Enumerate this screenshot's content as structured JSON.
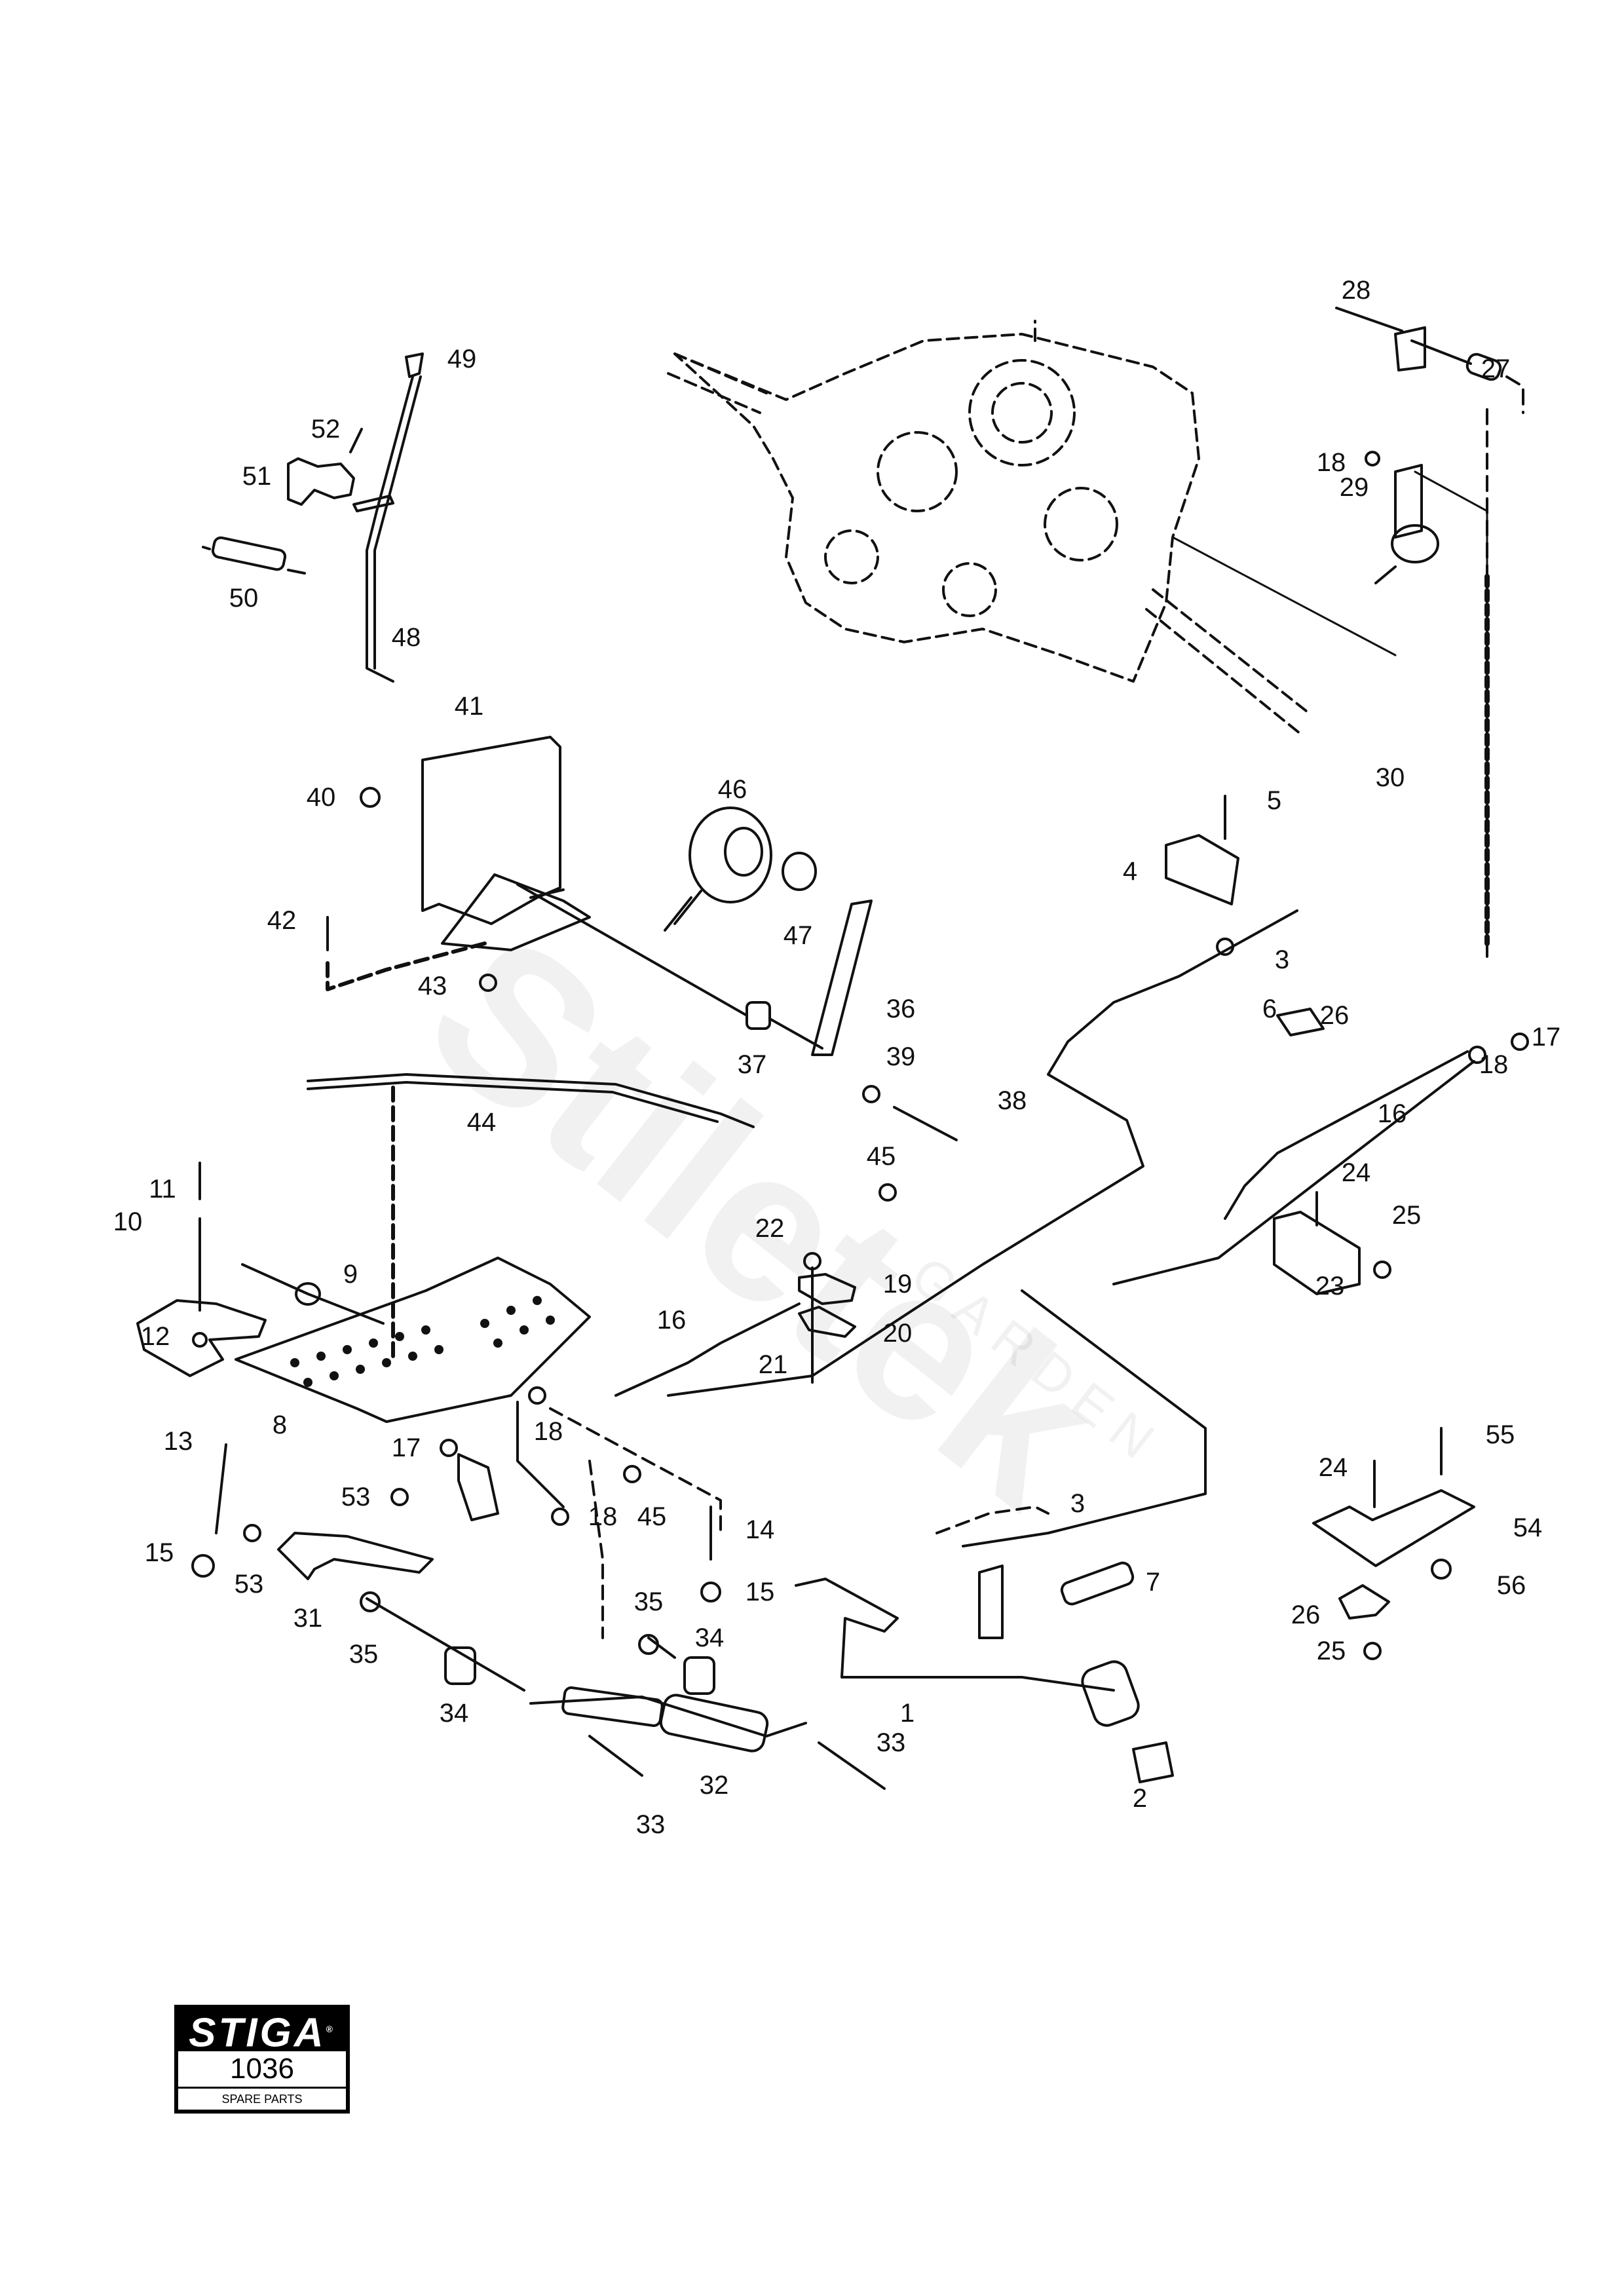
{
  "diagram": {
    "type": "exploded-parts-diagram",
    "subject": "Pedal, cable and transmission linkage assembly"
  },
  "logo": {
    "brand": "STIGA",
    "registered_mark": "®",
    "diagram_number": "1036",
    "caption": "SPARE PARTS"
  },
  "watermark": {
    "text": "Stiletek",
    "subtext": "GARDEN"
  },
  "callouts": [
    {
      "id": "c49",
      "label": "49"
    },
    {
      "id": "c52",
      "label": "52"
    },
    {
      "id": "c51",
      "label": "51"
    },
    {
      "id": "c50",
      "label": "50"
    },
    {
      "id": "c48",
      "label": "48"
    },
    {
      "id": "c28",
      "label": "28"
    },
    {
      "id": "c27",
      "label": "27"
    },
    {
      "id": "c18a",
      "label": "18"
    },
    {
      "id": "c29",
      "label": "29"
    },
    {
      "id": "c30",
      "label": "30"
    },
    {
      "id": "c41",
      "label": "41"
    },
    {
      "id": "c40",
      "label": "40"
    },
    {
      "id": "c42",
      "label": "42"
    },
    {
      "id": "c43",
      "label": "43"
    },
    {
      "id": "c46",
      "label": "46"
    },
    {
      "id": "c47",
      "label": "47"
    },
    {
      "id": "c36",
      "label": "36"
    },
    {
      "id": "c37",
      "label": "37"
    },
    {
      "id": "c39",
      "label": "39"
    },
    {
      "id": "c38",
      "label": "38"
    },
    {
      "id": "c45a",
      "label": "45"
    },
    {
      "id": "c44",
      "label": "44"
    },
    {
      "id": "c5",
      "label": "5"
    },
    {
      "id": "c4",
      "label": "4"
    },
    {
      "id": "c3a",
      "label": "3"
    },
    {
      "id": "c6",
      "label": "6"
    },
    {
      "id": "c17a",
      "label": "17"
    },
    {
      "id": "c18b",
      "label": "18"
    },
    {
      "id": "c26a",
      "label": "26"
    },
    {
      "id": "c16a",
      "label": "16"
    },
    {
      "id": "c24a",
      "label": "24"
    },
    {
      "id": "c25a",
      "label": "25"
    },
    {
      "id": "c23",
      "label": "23"
    },
    {
      "id": "c11",
      "label": "11"
    },
    {
      "id": "c10",
      "label": "10"
    },
    {
      "id": "c9",
      "label": "9"
    },
    {
      "id": "c12",
      "label": "12"
    },
    {
      "id": "c8",
      "label": "8"
    },
    {
      "id": "c22",
      "label": "22"
    },
    {
      "id": "c19",
      "label": "19"
    },
    {
      "id": "c20",
      "label": "20"
    },
    {
      "id": "c21",
      "label": "21"
    },
    {
      "id": "c16b",
      "label": "16"
    },
    {
      "id": "c18c",
      "label": "18"
    },
    {
      "id": "c17b",
      "label": "17"
    },
    {
      "id": "c53a",
      "label": "53"
    },
    {
      "id": "c45b",
      "label": "45"
    },
    {
      "id": "c18d",
      "label": "18"
    },
    {
      "id": "c13",
      "label": "13"
    },
    {
      "id": "c15a",
      "label": "15"
    },
    {
      "id": "c53b",
      "label": "53"
    },
    {
      "id": "c31",
      "label": "31"
    },
    {
      "id": "c35a",
      "label": "35"
    },
    {
      "id": "c14",
      "label": "14"
    },
    {
      "id": "c15b",
      "label": "15"
    },
    {
      "id": "c35b",
      "label": "35"
    },
    {
      "id": "c34a",
      "label": "34"
    },
    {
      "id": "c34b",
      "label": "34"
    },
    {
      "id": "c32",
      "label": "32"
    },
    {
      "id": "c33a",
      "label": "33"
    },
    {
      "id": "c33b",
      "label": "33"
    },
    {
      "id": "c3b",
      "label": "3"
    },
    {
      "id": "c7",
      "label": "7"
    },
    {
      "id": "c1",
      "label": "1"
    },
    {
      "id": "c2",
      "label": "2"
    },
    {
      "id": "c24b",
      "label": "24"
    },
    {
      "id": "c55",
      "label": "55"
    },
    {
      "id": "c54",
      "label": "54"
    },
    {
      "id": "c56",
      "label": "56"
    },
    {
      "id": "c26b",
      "label": "26"
    },
    {
      "id": "c25b",
      "label": "25"
    }
  ]
}
